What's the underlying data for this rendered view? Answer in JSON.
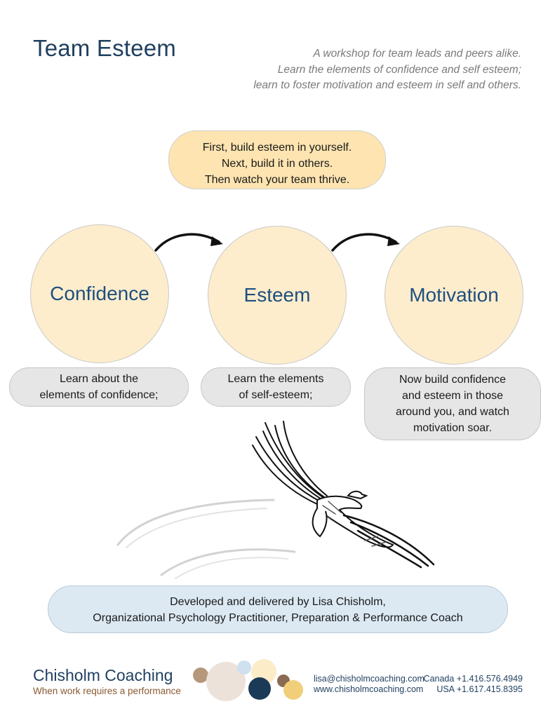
{
  "header": {
    "title": "Team Esteem",
    "subtitle_lines": [
      "A workshop for team leads and peers alike.",
      "Learn the elements of confidence and self esteem;",
      "learn to foster motivation and esteem in self and others."
    ]
  },
  "intro": {
    "lines": [
      "First, build esteem in yourself.",
      "Next, build it in others.",
      "Then watch your team thrive."
    ]
  },
  "steps": [
    {
      "title": "Confidence",
      "description_lines": [
        "Learn about the",
        "elements of confidence;"
      ]
    },
    {
      "title": "Esteem",
      "description_lines": [
        "Learn the elements",
        "of self-esteem;"
      ]
    },
    {
      "title": "Motivation",
      "description_lines": [
        "Now build confidence",
        "and esteem in those",
        "around you, and watch",
        "motivation soar."
      ]
    }
  ],
  "credit": {
    "lines": [
      "Developed and delivered by Lisa Chisholm,",
      "Organizational Psychology Practitioner, Preparation & Performance Coach"
    ]
  },
  "footer": {
    "brand_name": "Chisholm Coaching",
    "tagline": "When work requires a performance",
    "email": "lisa@chisholmcoaching.com",
    "website": "www.chisholmcoaching.com",
    "phone_canada": "Canada +1.416.576.4949",
    "phone_usa": "USA +1.617.415.8395"
  },
  "colors": {
    "title": "#1f3f5f",
    "circle_fill": "#fdedcc",
    "intro_fill": "#fde4b0",
    "pill_fill": "#e6e6e6",
    "credit_fill": "#dce9f3",
    "tagline": "#8a5a32"
  },
  "icons": [
    "curved-arrow-icon",
    "eagle-illustration",
    "logo-dots"
  ]
}
